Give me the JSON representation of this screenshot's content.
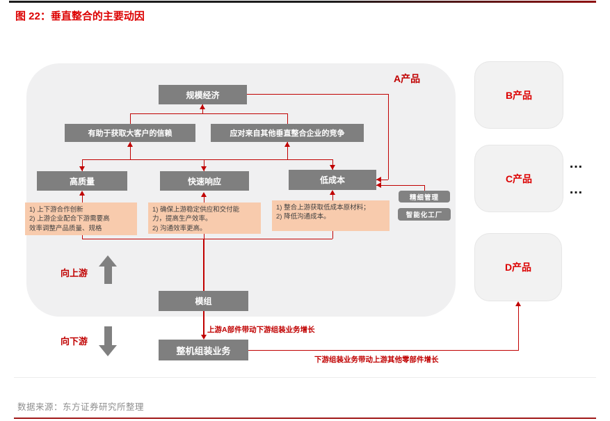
{
  "title": "图 22：垂直整合的主要动因",
  "source": "数据来源：东方证券研究所整理",
  "colors": {
    "accent_red": "#c00000",
    "title_red": "#dc0000",
    "node_gray": "#7f7f7f",
    "panel_gray": "#f0f0f1",
    "note_orange": "#f8cbad"
  },
  "diagram": {
    "product_label": "A产品",
    "nodes": {
      "scale_economy": "规模经济",
      "customer_trust": "有助于获取大客户的信赖",
      "competition": "应对来自其他垂直整合企业的竞争",
      "high_quality": "高质量",
      "fast_response": "快速响应",
      "low_cost": "低成本",
      "fine_management": "精细管理",
      "smart_factory": "智能化工厂",
      "module": "模组",
      "assembly": "整机组装业务"
    },
    "notes": {
      "high_quality": "1) 上下游合作创新\n2) 上游企业配合下游需要高\n效率调整产品质量、规格",
      "fast_response": "1) 确保上游稳定供应和交付能\n力，提高生产效率。\n2) 沟通效率更高。",
      "low_cost": "1) 整合上游获取低成本原材料；\n2) 降低沟通成本。"
    },
    "direction_labels": {
      "upstream": "向上游",
      "downstream": "向下游"
    },
    "flow_labels": {
      "module_to_assembly": "上游A部件带动下游组装业务增长",
      "assembly_to_products": "下游组装业务带动上游其他零部件增长"
    }
  },
  "right_column": {
    "items": [
      "B产品",
      "C产品",
      "D产品"
    ],
    "dots_top": "…",
    "dots_bottom": "…"
  }
}
